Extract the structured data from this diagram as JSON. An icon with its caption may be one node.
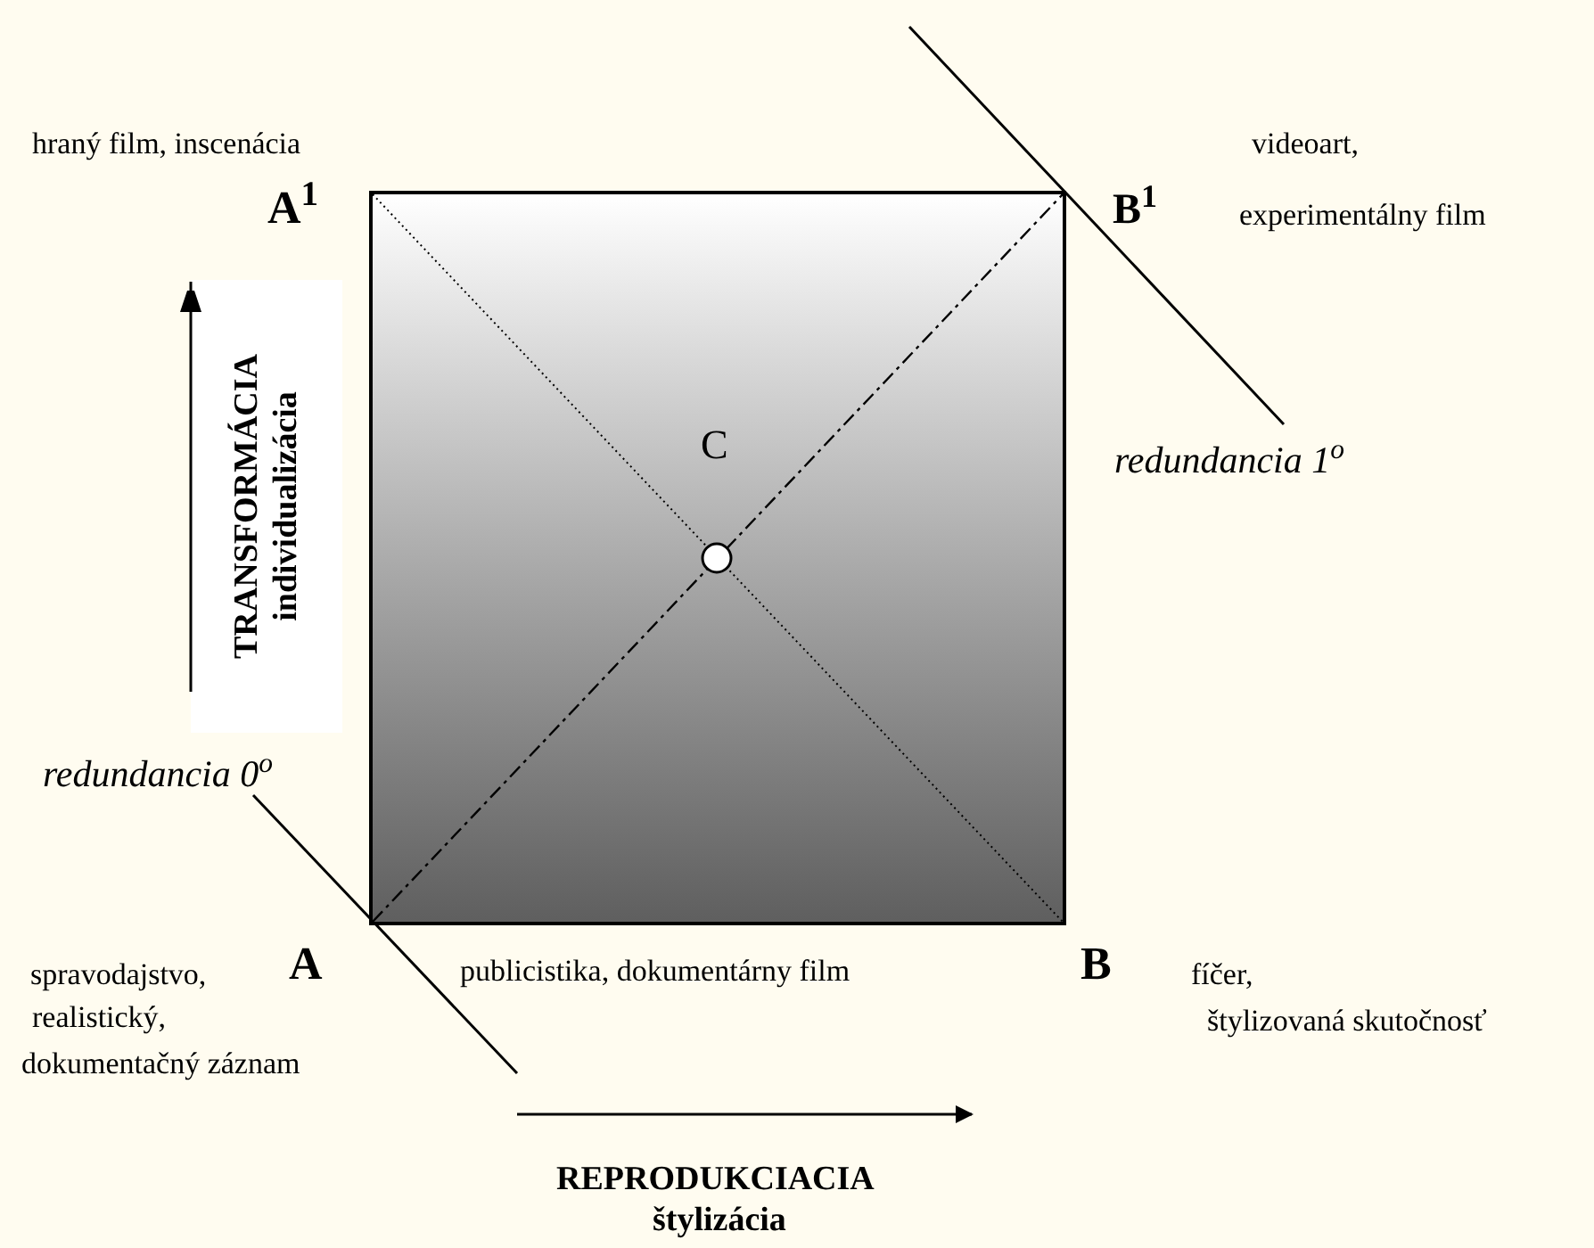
{
  "diagram": {
    "nodes": [
      {
        "text": [],
        "shape": "box"
      },
      {
        "text": [
          "TRANSFORMÁCIA",
          "individualizácia"
        ]
      }
    ],
    "labels": [
      "hraný film, inscenácia",
      "A$^{1}$",
      "videoart,",
      "B$^{1}$",
      "experimentálny film",
      "C",
      "redundancia 1$^{o}$",
      "redundancia 0$^{o}$",
      "spravodajstvo,",
      "A",
      "realistický,",
      "dokumentačný záznam",
      "publicistika, dokumentárny film",
      "B",
      "fíčer,",
      "štylizovaná skutočnosť",
      "REPRODUKCIACIA",
      "štylizácia"
    ]
  }
}
